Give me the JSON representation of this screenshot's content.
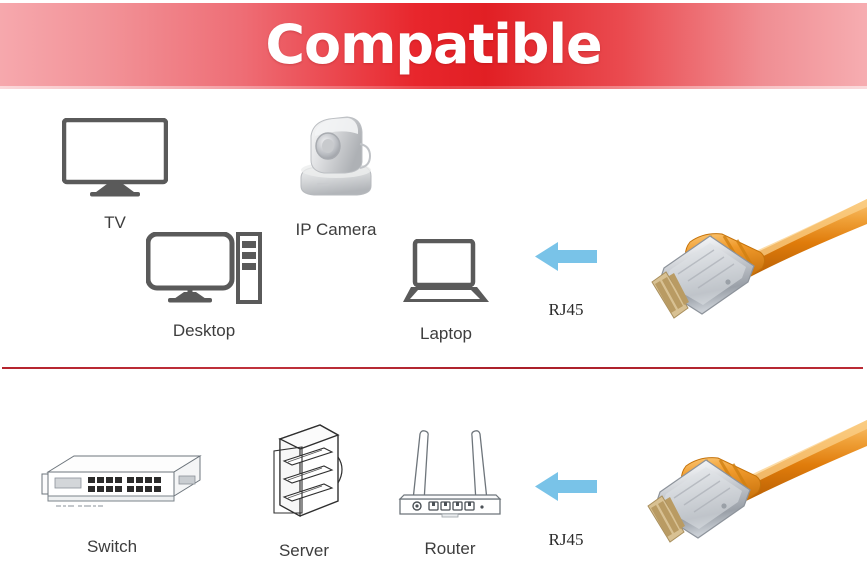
{
  "header": {
    "title": "Compatible",
    "background_colors": [
      "#f6a8ad",
      "#e8262c",
      "#f6adb1"
    ],
    "text_color": "#ffffff"
  },
  "divider": {
    "color": "#b5242e"
  },
  "theme": {
    "icon_color": "#5a5a5a",
    "label_color": "#3d3d3d",
    "arrow_color": "#79c3e8",
    "cable_color": "#e8880f",
    "connector_color": "#c9ccd1"
  },
  "sections": [
    {
      "name": "top",
      "devices": [
        {
          "label": "TV",
          "icon": "tv-icon"
        },
        {
          "label": "IP Camera",
          "icon": "ip-camera-icon"
        },
        {
          "label": "Desktop",
          "icon": "desktop-icon"
        },
        {
          "label": "Laptop",
          "icon": "laptop-icon"
        }
      ],
      "connector": {
        "label": "RJ45",
        "arrow": "arrow-left-icon"
      },
      "cable": "orange-rj45-patch-cable"
    },
    {
      "name": "bottom",
      "devices": [
        {
          "label": "Switch",
          "icon": "network-switch-icon"
        },
        {
          "label": "Server",
          "icon": "server-rack-icon"
        },
        {
          "label": "Router",
          "icon": "router-icon"
        }
      ],
      "connector": {
        "label": "RJ45",
        "arrow": "arrow-left-icon"
      },
      "cable": "orange-rj45-patch-cable"
    }
  ]
}
